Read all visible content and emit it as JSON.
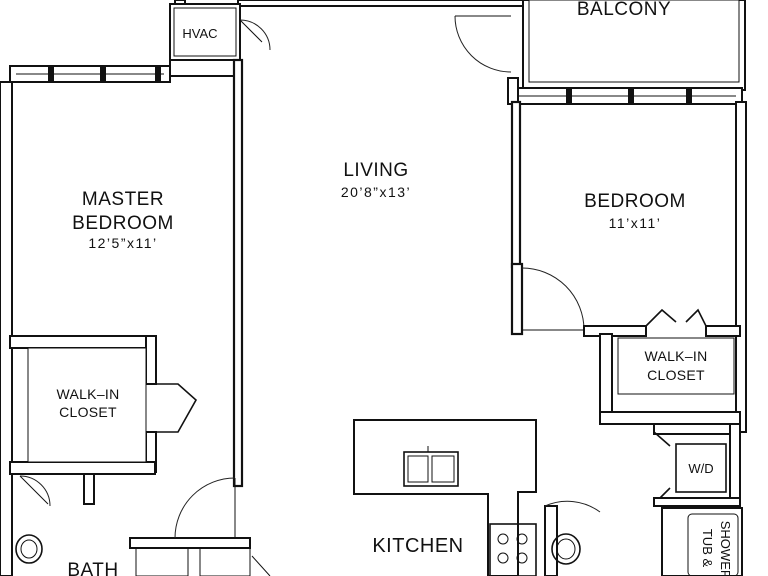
{
  "rooms": {
    "balcony": {
      "name": "BALCONY"
    },
    "hvac": {
      "name": "HVAC"
    },
    "living": {
      "name": "LIVING",
      "dims": "20’8”x13’"
    },
    "master_bedroom": {
      "name_line1": "MASTER",
      "name_line2": "BEDROOM",
      "dims": "12’5”x11’"
    },
    "bedroom": {
      "name": "BEDROOM",
      "dims": "11’x11’"
    },
    "master_closet": {
      "line1": "WALK–IN",
      "line2": "CLOSET"
    },
    "bedroom_closet": {
      "line1": "WALK–IN",
      "line2": "CLOSET"
    },
    "kitchen": {
      "name": "KITCHEN"
    },
    "bath": {
      "name": "BATH"
    },
    "laundry": {
      "name": "W/D"
    },
    "tub": {
      "line1": "TUB &",
      "line2": "SHOWER"
    }
  }
}
